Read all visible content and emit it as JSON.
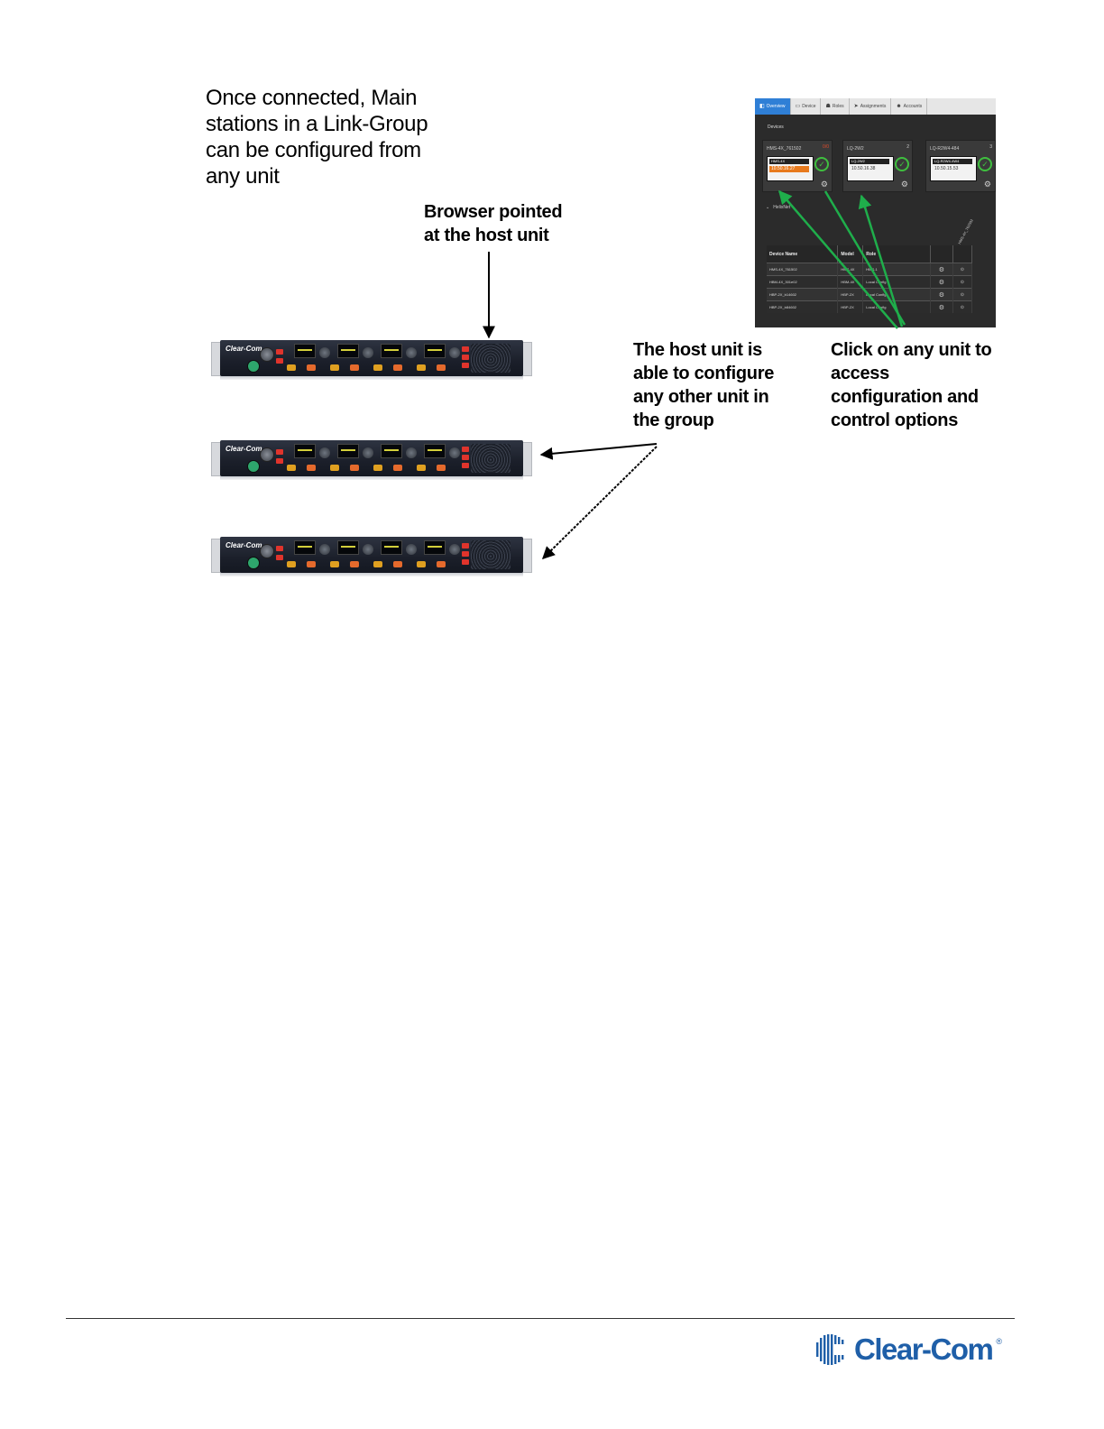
{
  "intro": {
    "lines": [
      "Once connected, Main",
      "stations in a Link-Group",
      "can be configured from",
      "any unit"
    ]
  },
  "annotations": {
    "browser": [
      "Browser pointed",
      "at the host unit"
    ],
    "host": [
      "The host unit is",
      "able to configure",
      "any other unit in",
      "the group"
    ],
    "click": [
      "Click on any unit to",
      "access",
      "configuration and",
      "control options"
    ]
  },
  "rack_units": {
    "brand": "Clear-Com"
  },
  "screenshot": {
    "tabs": [
      {
        "label": "Overview",
        "icon": "overview-icon",
        "active": true
      },
      {
        "label": "Device",
        "icon": "device-icon",
        "active": false
      },
      {
        "label": "Roles",
        "icon": "roles-icon",
        "active": false
      },
      {
        "label": "Assignments",
        "icon": "assignments-icon",
        "active": false
      },
      {
        "label": "Accounts",
        "icon": "accounts-icon",
        "active": false
      }
    ],
    "devices_title": "Devices",
    "devices": [
      {
        "name": "HMS-4X_761502",
        "number": "0/0",
        "model": "HMS-4X",
        "ip": "10.50.16.27",
        "highlight": true
      },
      {
        "name": "LQ-2W2",
        "number": "2",
        "model": "LQ-2W2",
        "ip": "10.50.16.38",
        "highlight": false
      },
      {
        "name": "LQ-R2W4-484",
        "number": "3",
        "model": "LQ-R2W4-4W4",
        "ip": "10.50.15.53",
        "highlight": false
      }
    ],
    "section_label": "HelixNet",
    "rotated_header": "HMS-4X_761502",
    "table": {
      "headers": [
        "Device Name",
        "Model",
        "Role"
      ],
      "rows": [
        [
          "HMS-4X_761502",
          "HMS-4X",
          "HMS-1"
        ],
        [
          "HBM-4X_301e02",
          "HBM-4X",
          "Local Config"
        ],
        [
          "HBP-2X_b14602",
          "HBP-2X",
          "Local Config"
        ],
        [
          "HBP-2X_b84602",
          "HBP-2X",
          "Local Config"
        ]
      ]
    },
    "colors": {
      "tab_active": "#2f7fd6",
      "ip_highlight": "#e87a1d",
      "ok": "#3fbf3f"
    }
  },
  "arrow_colors": {
    "black": "#000000",
    "green": "#1fae4b"
  },
  "footer": {
    "logo_text": "Clear-Com",
    "logo_mark": "®"
  }
}
